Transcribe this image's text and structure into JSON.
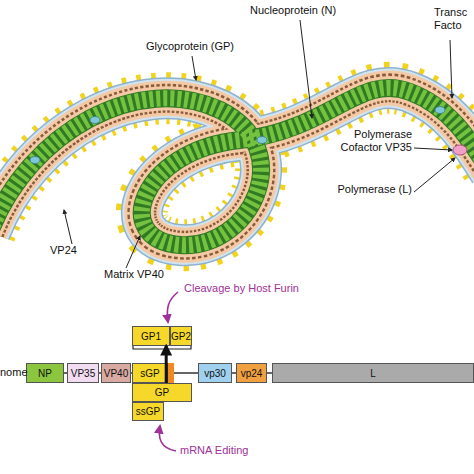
{
  "diagram": {
    "nodes": [
      {
        "text": [
          "GP1"
        ]
      },
      {
        "text": [
          "GP2"
        ]
      },
      {
        "text": [
          "NP"
        ]
      },
      {
        "text": [
          "VP35"
        ]
      },
      {
        "text": [
          "VP40"
        ]
      },
      {
        "text": [
          "sGP"
        ]
      },
      {
        "text": [
          "vp30"
        ]
      },
      {
        "text": [
          "vp24"
        ]
      },
      {
        "text": [
          "L"
        ]
      },
      {
        "text": [
          "GP"
        ]
      },
      {
        "text": [
          "ssGP"
        ]
      }
    ],
    "edges": [
      {
        "from": 9,
        "to": 0,
        "arrow": "to"
      }
    ],
    "labels": [
      "Nucleoprotein (N)",
      "Transc Facto",
      "Glycoprotein (GP)",
      "Polymerase Cofactor VP35",
      "Polymerase (L)",
      "VP24",
      "Matrix VP40",
      "Cleavage by Host Furin",
      "nome",
      "mRNA Editing"
    ]
  }
}
